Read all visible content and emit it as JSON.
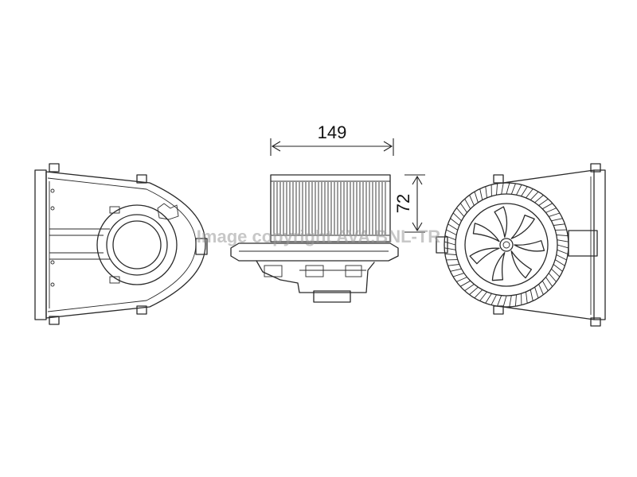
{
  "dimensions": {
    "width_label": "149",
    "height_label": "72"
  },
  "watermark": "Image copyright AVA.BNL-TR",
  "colors": {
    "line": "#2a2a2a",
    "background": "#ffffff",
    "watermark": "#9a9a9a"
  }
}
